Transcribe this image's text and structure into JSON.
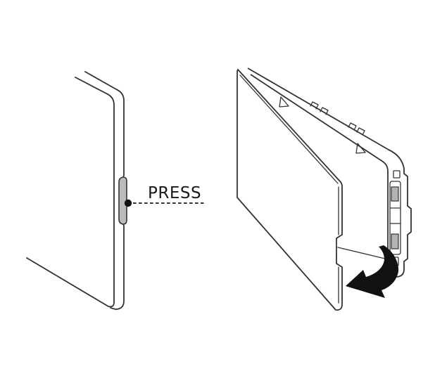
{
  "palette": {
    "background": "#ffffff",
    "line": "#333333",
    "ink": "#111111",
    "button": "#bbbbbb",
    "metal": "#b3b3b3"
  },
  "callout": {
    "label": "PRESS"
  },
  "figures": {
    "left": "panel-side-view-with-release-button",
    "right": "cover-open-from-frame-with-rotate-arrow"
  }
}
